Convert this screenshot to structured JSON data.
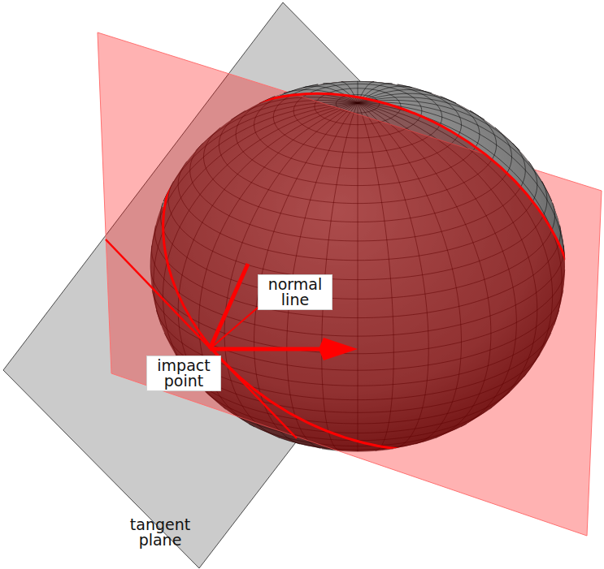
{
  "diagram": {
    "labels": [
      "normal line",
      "impact point",
      "tangent plane"
    ]
  }
}
